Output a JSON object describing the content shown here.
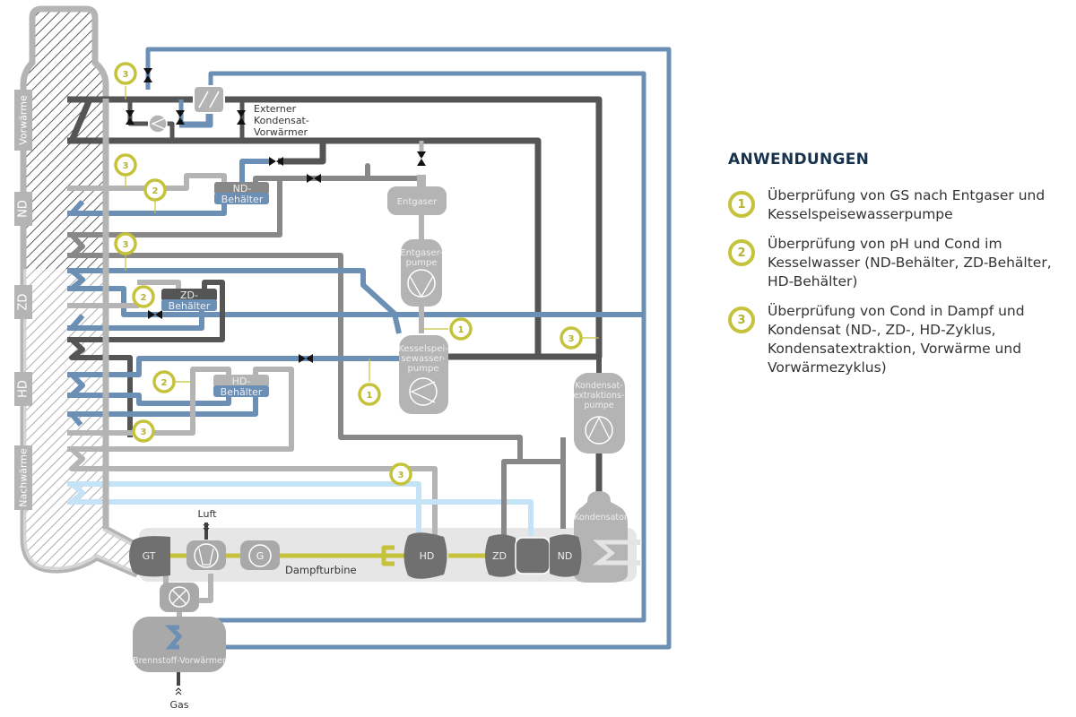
{
  "colors": {
    "blue": "#6b8fb5",
    "light_blue": "#c5e3f6",
    "dark_gray": "#555555",
    "mid_gray": "#888888",
    "light_gray": "#b4b4b4",
    "component_gray": "#a9a9a9",
    "yellow": "#c5c33b",
    "legend_title": "#17324d"
  },
  "boiler": {
    "sections": [
      "Vorwärme",
      "ND",
      "ZD",
      "HD",
      "Nachwärme"
    ]
  },
  "components": {
    "external_preheater_label": [
      "Externer",
      "Kondensat-",
      "Vorwärmer"
    ],
    "nd_vessel": [
      "ND-",
      "Behälter"
    ],
    "zd_vessel": [
      "ZD-",
      "Behälter"
    ],
    "hd_vessel": [
      "HD-",
      "Behälter"
    ],
    "degasser": "Entgaser",
    "degasser_pump": [
      "Entgaser-",
      "pumpe"
    ],
    "boiler_feed_pump": [
      "Kesselspei-",
      "sewasser-",
      "pumpe"
    ],
    "condensate_extraction_pump": [
      "Kondensat-",
      "extraktions-",
      "pumpe"
    ],
    "condenser": "Kondensator",
    "gas_turbine": "GT",
    "generator": "G",
    "steam_turbine_label": "Dampfturbine",
    "hp_turbine": "HD",
    "ip_turbine": "ZD",
    "lp_turbine": "ND",
    "fuel_preheater": "Brennstoff-Vorwärmer",
    "air_label": "Luft",
    "gas_label": "Gas"
  },
  "markers": {
    "one": "1",
    "two": "2",
    "three": "3"
  },
  "legend": {
    "title": "ANWENDUNGEN",
    "items": [
      {
        "number": "1",
        "text": "Überprüfung von GS nach Entga­ser und Kesselspeisewasserpumpe"
      },
      {
        "number": "2",
        "text": "Überprüfung von pH und Cond im Kesselwasser (ND-Behälter, ZD-Behälter, HD-Behälter)"
      },
      {
        "number": "3",
        "text": "Überprüfung von Cond in Dampf und Kondensat (ND-, ZD-, HD-Zyklus, Kondensatextraktion, Vorwärme und Vorwärmezyklus)"
      }
    ]
  }
}
